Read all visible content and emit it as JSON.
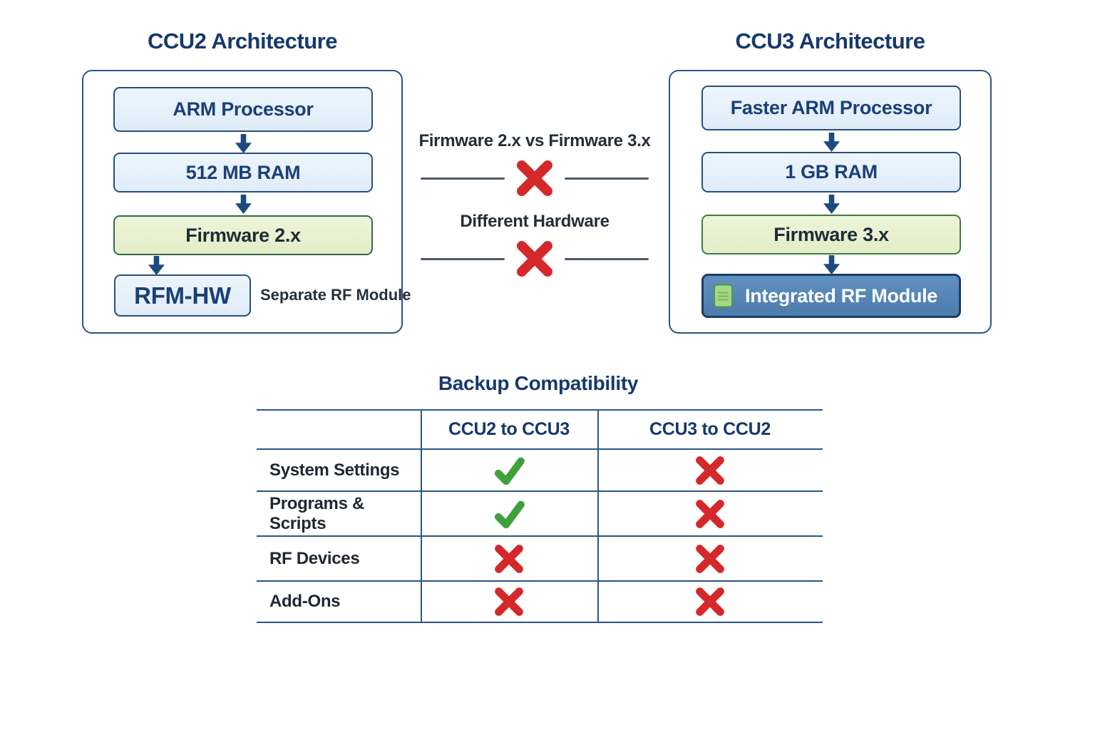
{
  "colors": {
    "navy_text": "#17386d",
    "box_border_blue": "#27507e",
    "box_fill_blue": "#e8f1fa",
    "green_fill": "#e9f0d2",
    "green_border": "#36684f",
    "rf_module_fill": "#5486b6",
    "rf_module_border": "#1b3c6b",
    "icon_green_fill": "#a5d787",
    "icon_green_border": "#4f9a4a",
    "divider_line": "#4d5a67",
    "cross_red": "#d5282b",
    "check_green": "#3fa03c",
    "table_line": "#2d5586",
    "arrow_navy": "#1d4a7e"
  },
  "ccu2": {
    "title": "CCU2 Architecture",
    "box1": "ARM Processor",
    "box2": "512 MB RAM",
    "box3": "Firmware 2.x",
    "box4": "RFM-HW",
    "side_note": "Separate RF Module"
  },
  "ccu3": {
    "title": "CCU3 Architecture",
    "box1": "Faster ARM Processor",
    "box2": "1 GB RAM",
    "box3": "Firmware 3.x",
    "box4": "Integrated RF Module"
  },
  "comparison": {
    "firmware_label": "Firmware 2.x vs Firmware 3.x",
    "firmware_compatible": "no",
    "hardware_label": "Different Hardware",
    "hardware_compatible": "no"
  },
  "table": {
    "title": "Backup Compatibility",
    "col1": "CCU2 to CCU3",
    "col2": "CCU3 to CCU2",
    "rows": [
      {
        "label": "System Settings",
        "marks": [
          "yes",
          "no"
        ]
      },
      {
        "label": "Programs & Scripts",
        "marks": [
          "yes",
          "no"
        ]
      },
      {
        "label": "RF Devices",
        "marks": [
          "no",
          "no"
        ]
      },
      {
        "label": "Add-Ons",
        "marks": [
          "no",
          "no"
        ]
      }
    ]
  }
}
